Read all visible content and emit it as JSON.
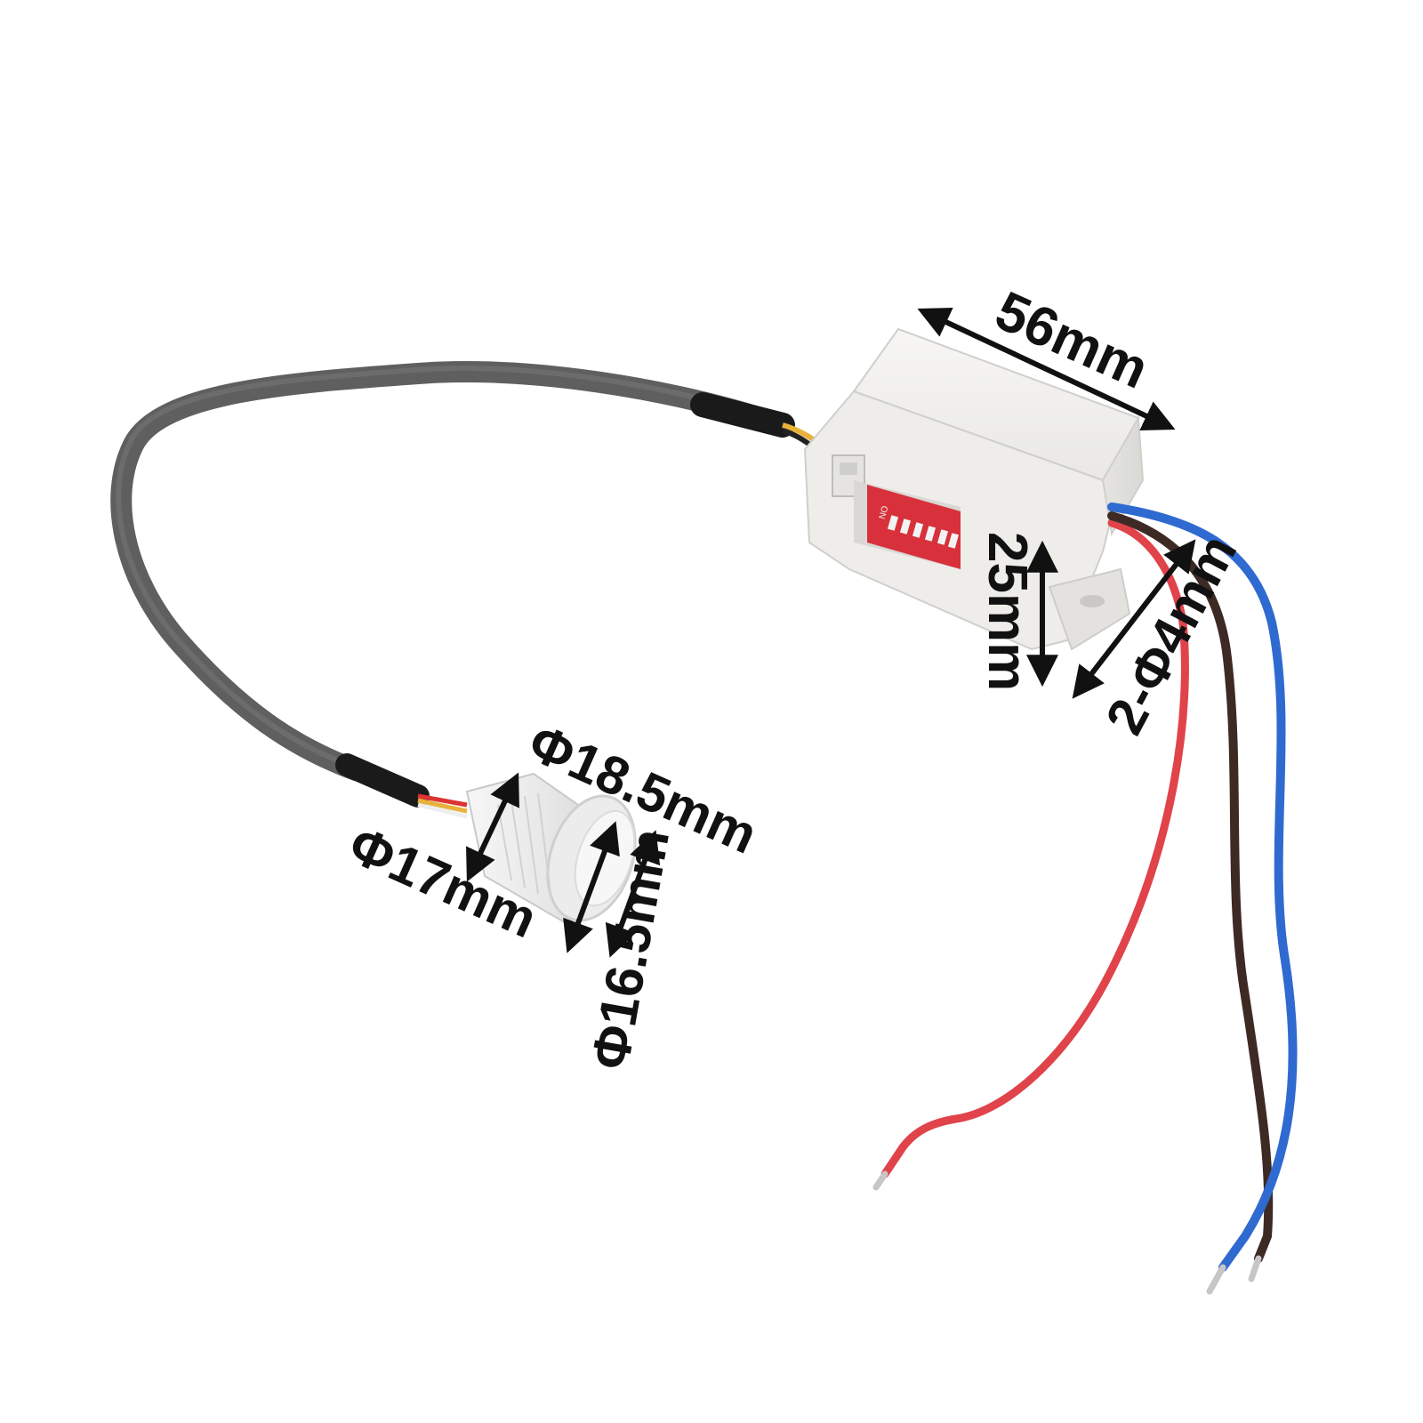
{
  "image": {
    "subject": "PIR motion sensor module with remote lens and lead wires"
  },
  "dimensions": {
    "module_length": "56mm",
    "module_height": "25mm",
    "mount_holes": "2-Φ4mm",
    "lens_outer": "Φ18.5mm",
    "lens_body": "Φ17mm",
    "lens_inner": "Φ16.5mm"
  },
  "module": {
    "switch_marking": "ON"
  },
  "colors": {
    "cable_gray": "#5f5f60",
    "wire_red": "#e0434a",
    "wire_brown": "#3d2a25",
    "wire_blue": "#2f6ad0",
    "module_white": "#f2f1ef",
    "dip_red": "#d8313c",
    "arrow": "#111111"
  }
}
